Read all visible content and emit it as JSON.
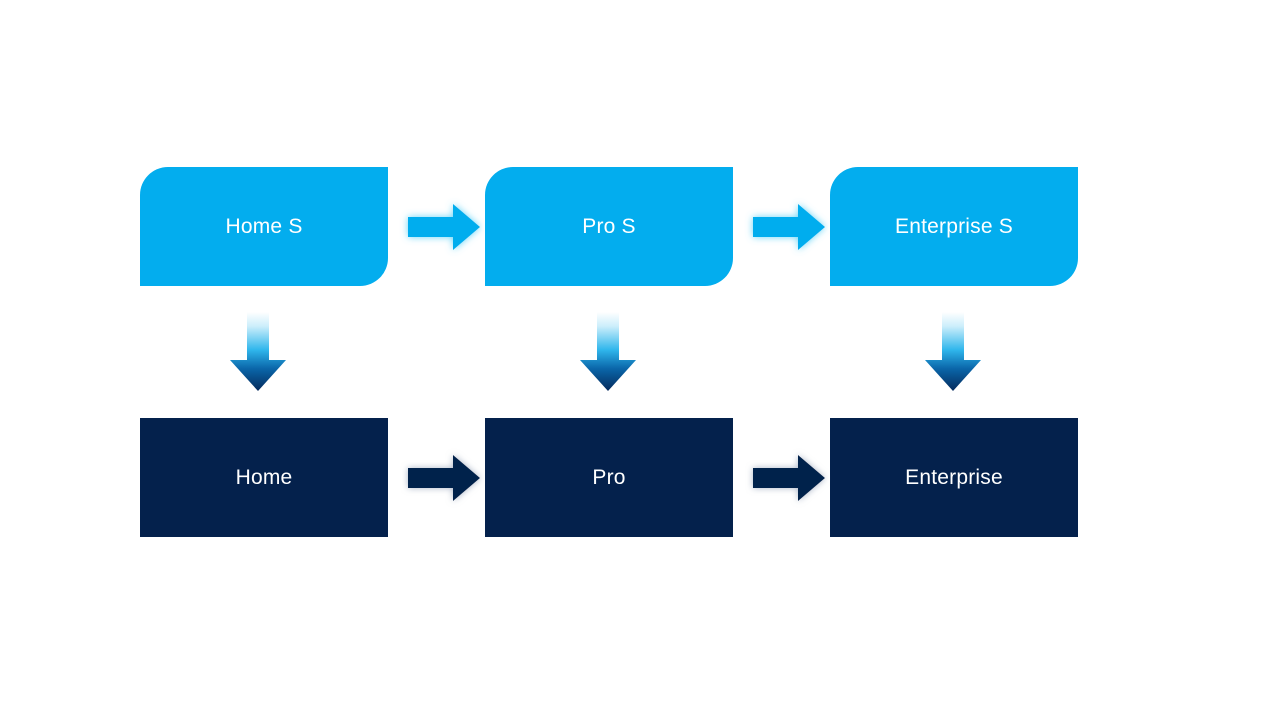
{
  "diagram": {
    "type": "process-flow",
    "title": "",
    "background_color": "#FFFFFF",
    "colors": {
      "light_blue": "#03ADEE",
      "dark_navy": "#04214C",
      "text": "#FFFFFF",
      "gradient_top": "#FFFFFF",
      "gradient_mid": "#0AA8E8",
      "gradient_bottom": "#062C5E"
    },
    "rows": [
      {
        "id": "row-services",
        "style": "light",
        "nodes": [
          {
            "id": "home-s",
            "label": "Home S"
          },
          {
            "id": "pro-s",
            "label": "Pro S"
          },
          {
            "id": "enterprise-s",
            "label": "Enterprise S"
          }
        ],
        "connectors": [
          {
            "id": "home-s-to-pro-s",
            "direction": "right",
            "style": "light"
          },
          {
            "id": "pro-s-to-enterprise-s",
            "direction": "right",
            "style": "light"
          }
        ]
      },
      {
        "id": "row-products",
        "style": "dark",
        "nodes": [
          {
            "id": "home",
            "label": "Home"
          },
          {
            "id": "pro",
            "label": "Pro"
          },
          {
            "id": "enterprise",
            "label": "Enterprise"
          }
        ],
        "connectors": [
          {
            "id": "home-to-pro",
            "direction": "right",
            "style": "dark"
          },
          {
            "id": "pro-to-enterprise",
            "direction": "right",
            "style": "dark"
          }
        ]
      }
    ],
    "vertical_connectors": [
      {
        "id": "home-s-to-home",
        "direction": "down",
        "style": "gradient"
      },
      {
        "id": "pro-s-to-pro",
        "direction": "down",
        "style": "gradient"
      },
      {
        "id": "enterprise-s-to-enterprise",
        "direction": "down",
        "style": "gradient"
      }
    ]
  },
  "chart_data": {
    "type": "diagram",
    "title": "",
    "nodes": [
      {
        "label": "Home S",
        "row": 1,
        "column": 1,
        "fill": "#03ADEE"
      },
      {
        "label": "Pro S",
        "row": 1,
        "column": 2,
        "fill": "#03ADEE"
      },
      {
        "label": "Enterprise S",
        "row": 1,
        "column": 3,
        "fill": "#03ADEE"
      },
      {
        "label": "Home",
        "row": 2,
        "column": 1,
        "fill": "#04214C"
      },
      {
        "label": "Pro",
        "row": 2,
        "column": 2,
        "fill": "#04214C"
      },
      {
        "label": "Enterprise",
        "row": 2,
        "column": 3,
        "fill": "#04214C"
      }
    ],
    "edges": [
      {
        "from": "Home S",
        "to": "Pro S",
        "direction": "right"
      },
      {
        "from": "Pro S",
        "to": "Enterprise S",
        "direction": "right"
      },
      {
        "from": "Home",
        "to": "Pro",
        "direction": "right"
      },
      {
        "from": "Pro",
        "to": "Enterprise",
        "direction": "right"
      },
      {
        "from": "Home S",
        "to": "Home",
        "direction": "down"
      },
      {
        "from": "Pro S",
        "to": "Pro",
        "direction": "down"
      },
      {
        "from": "Enterprise S",
        "to": "Enterprise",
        "direction": "down"
      }
    ]
  }
}
